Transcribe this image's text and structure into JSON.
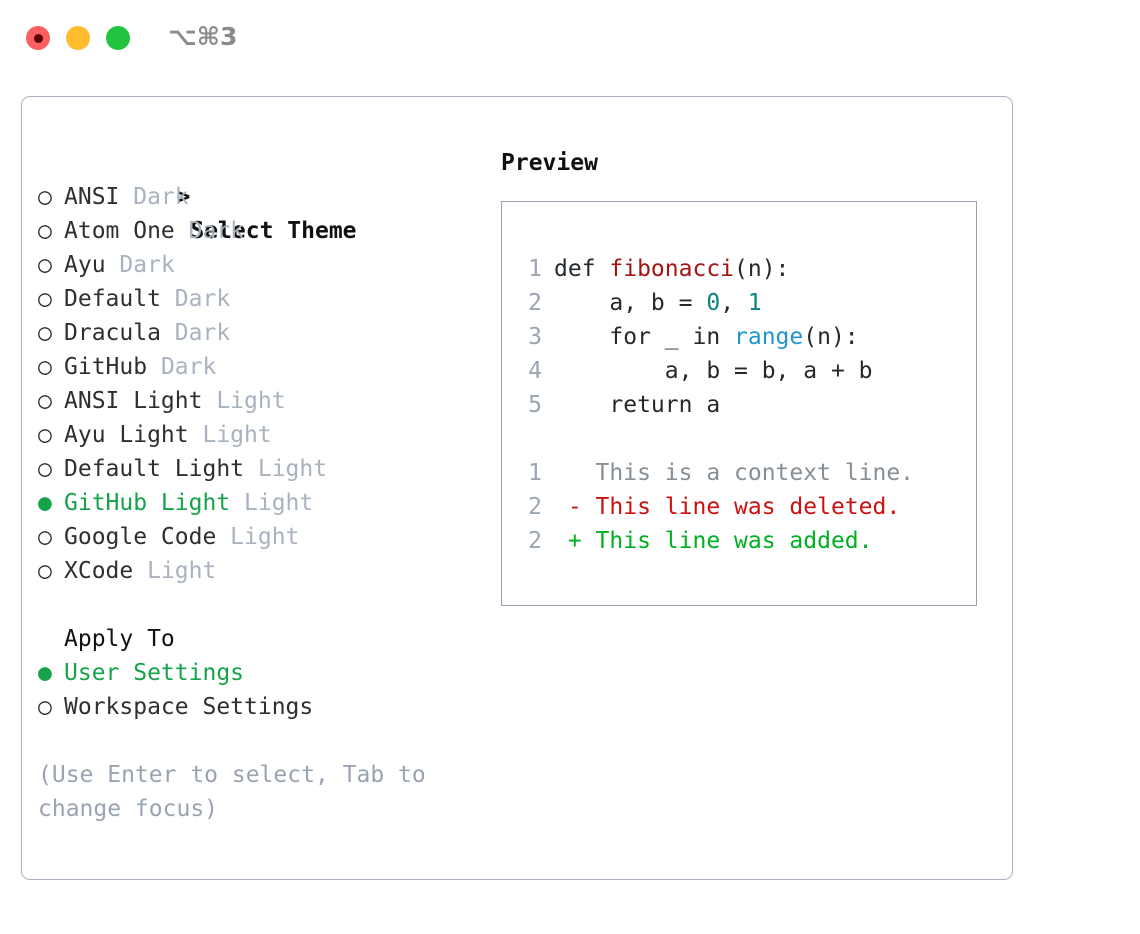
{
  "titlebar": {
    "shortcut": "⌥⌘3",
    "lights": [
      {
        "name": "close",
        "color": "#fc5f5f"
      },
      {
        "name": "minimize",
        "color": "#ffbd2e"
      },
      {
        "name": "maximize",
        "color": "#22c43f"
      }
    ]
  },
  "colors": {
    "panel_border": "#a8b2c1",
    "preview_border": "#96a2b3",
    "selected_green": "#16a34a",
    "muted": "#a9b2bf",
    "hint": "#9aa3b2",
    "linenum": "#9aa5b1",
    "diff_added": "#00b020",
    "diff_deleted": "#cc1111",
    "diff_context": "#868e96",
    "code_function": "#a31515",
    "code_number": "#0f8080",
    "code_keyword": "#2196c8",
    "code_plain": "#24292e"
  },
  "left": {
    "title": "Select Theme",
    "caret": ">",
    "marker_selected": "●",
    "marker_unselected": "○",
    "themes": [
      {
        "label": "ANSI",
        "variant": "Dark",
        "selected": false
      },
      {
        "label": "Atom One",
        "variant": "Dark",
        "selected": false
      },
      {
        "label": "Ayu",
        "variant": "Dark",
        "selected": false
      },
      {
        "label": "Default",
        "variant": "Dark",
        "selected": false
      },
      {
        "label": "Dracula",
        "variant": "Dark",
        "selected": false
      },
      {
        "label": "GitHub",
        "variant": "Dark",
        "selected": false
      },
      {
        "label": "ANSI Light",
        "variant": "Light",
        "selected": false
      },
      {
        "label": "Ayu Light",
        "variant": "Light",
        "selected": false
      },
      {
        "label": "Default Light",
        "variant": "Light",
        "selected": false
      },
      {
        "label": "GitHub Light",
        "variant": "Light",
        "selected": true
      },
      {
        "label": "Google Code",
        "variant": "Light",
        "selected": false
      },
      {
        "label": "XCode",
        "variant": "Light",
        "selected": false
      }
    ],
    "apply_to": {
      "title": "Apply To",
      "options": [
        {
          "label": "User Settings",
          "selected": true
        },
        {
          "label": "Workspace Settings",
          "selected": false
        }
      ]
    },
    "hint": "(Use Enter to select, Tab to change focus)"
  },
  "right": {
    "title": "Preview",
    "code_lines": [
      {
        "num": "1",
        "tokens": [
          {
            "t": "def ",
            "c": "plain"
          },
          {
            "t": "fibonacci",
            "c": "fn"
          },
          {
            "t": "(n):",
            "c": "plain"
          }
        ]
      },
      {
        "num": "2",
        "tokens": [
          {
            "t": "    a, b = ",
            "c": "plain"
          },
          {
            "t": "0",
            "c": "num"
          },
          {
            "t": ", ",
            "c": "plain"
          },
          {
            "t": "1",
            "c": "num"
          }
        ]
      },
      {
        "num": "3",
        "tokens": [
          {
            "t": "    for _ in ",
            "c": "plain"
          },
          {
            "t": "range",
            "c": "kw"
          },
          {
            "t": "(n):",
            "c": "plain"
          }
        ]
      },
      {
        "num": "4",
        "tokens": [
          {
            "t": "        a, b = b, a + b",
            "c": "plain"
          }
        ]
      },
      {
        "num": "5",
        "tokens": [
          {
            "t": "    return a",
            "c": "plain"
          }
        ]
      }
    ],
    "diff_lines": [
      {
        "num": "1",
        "sign": " ",
        "text": "This is a context line.",
        "kind": "context"
      },
      {
        "num": "2",
        "sign": "-",
        "text": "This line was deleted.",
        "kind": "del"
      },
      {
        "num": "2",
        "sign": "+",
        "text": "This line was added.",
        "kind": "add"
      }
    ]
  }
}
